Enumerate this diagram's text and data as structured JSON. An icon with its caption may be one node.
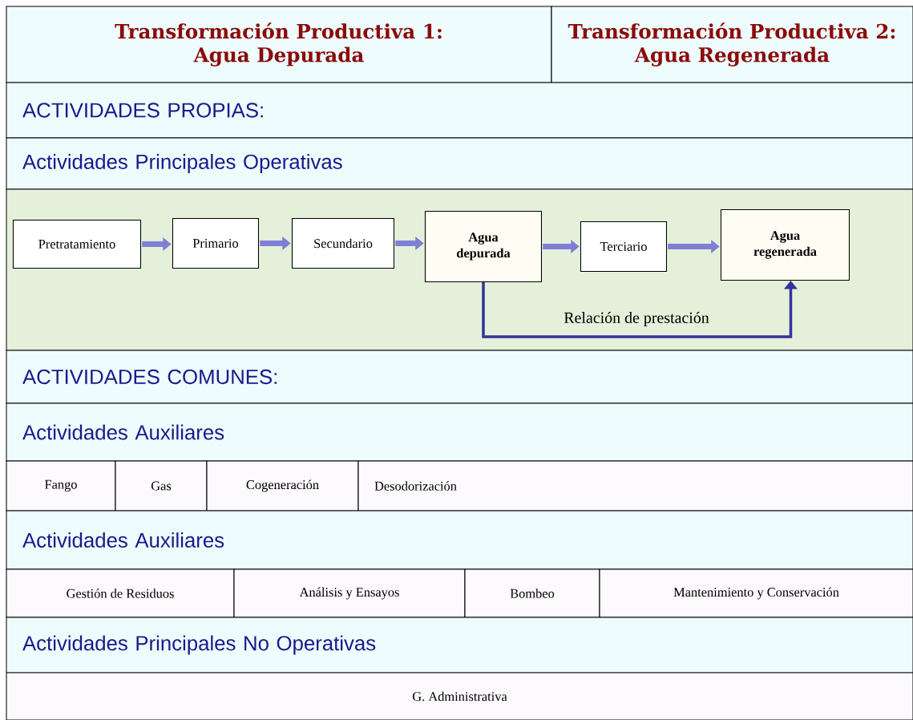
{
  "diagram": {
    "nodes": [
      {
        "text": [
          "Transformación Productiva 1: Agua Depurada"
        ]
      },
      {
        "text": [
          "Transformación Productiva 2: Agua Regenerada"
        ]
      },
      {
        "text": [
          "ACTIVIDADES PROPIAS:"
        ]
      },
      {
        "text": [
          "Actividades Principales Operativas"
        ]
      },
      {
        "text": [],
        "shape": "box"
      },
      {
        "text": [
          "Pretratamiento"
        ],
        "in": 4
      },
      {
        "text": [
          "Primario"
        ],
        "in": 4
      },
      {
        "text": [
          "Secundario"
        ],
        "in": 4
      },
      {
        "text": [
          "Agua depurada"
        ],
        "in": 4
      },
      {
        "text": [
          "Terciario"
        ],
        "in": 4
      },
      {
        "text": [
          "Agua regenerada"
        ],
        "in": 4
      },
      {
        "text": [
          "ACTIVIDADES COMUNES:"
        ]
      },
      {
        "text": [
          "Actividades Auxiliares"
        ]
      },
      {
        "text": [
          "Fango"
        ]
      },
      {
        "text": [
          "Gas"
        ]
      },
      {
        "text": [
          "Cogeneración"
        ]
      },
      {
        "text": [
          "Desodorización"
        ]
      },
      {
        "text": [
          "Actividades Auxiliares"
        ]
      },
      {
        "text": [
          "Gestión de Residuos"
        ]
      },
      {
        "text": [
          "Análisis y Ensayos"
        ]
      },
      {
        "text": [
          "Bombeo"
        ]
      },
      {
        "text": [
          "Mantenimiento y Conservación"
        ]
      },
      {
        "text": [
          "Actividades Principales No Operativas"
        ]
      },
      {
        "text": [
          "G. Administrativa"
        ]
      }
    ],
    "edges": [
      {
        "from": 5,
        "to": 6,
        "arrow": "to"
      },
      {
        "from": 6,
        "to": 7,
        "arrow": "to"
      },
      {
        "from": 7,
        "to": 8,
        "arrow": "to"
      },
      {
        "from": 8,
        "to": 9,
        "arrow": "to"
      },
      {
        "from": 9,
        "to": 10,
        "arrow": "to"
      },
      {
        "from": 8,
        "to": 10,
        "arrow": "to",
        "label": "Relación de prestación",
        "color": "#333399"
      }
    ]
  }
}
